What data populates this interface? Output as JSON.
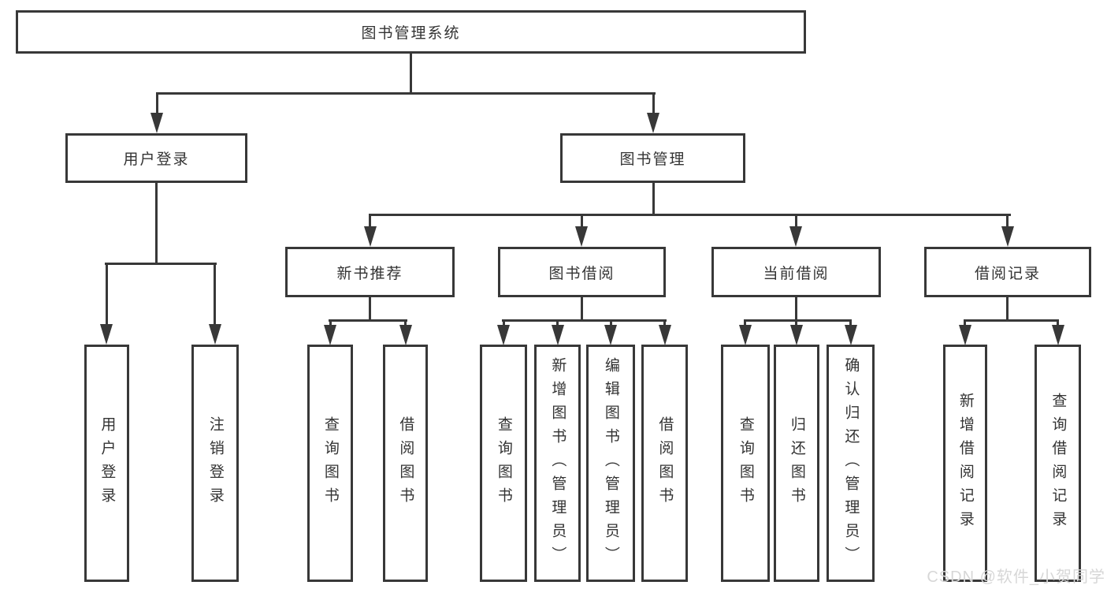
{
  "diagram_title": "图书管理系统",
  "nodes": {
    "root": "图书管理系统",
    "user_login": "用户登录",
    "book_mgmt": "图书管理",
    "new_book_rec": "新书推荐",
    "book_borrow": "图书借阅",
    "current_borrow": "当前借阅",
    "borrow_record": "借阅记录",
    "ul_login": "用户登录",
    "ul_logout": "注销登录",
    "nb_query_book": "查询图书",
    "nb_borrow_book": "借阅图书",
    "bb_query_book": "查询图书",
    "bb_add_book": "新增图书（管理员）",
    "bb_edit_book": "编辑图书（管理员）",
    "bb_borrow_book": "借阅图书",
    "cb_query_book": "查询图书",
    "cb_return_book": "归还图书",
    "cb_confirm_return": "确认归还（管理员）",
    "br_add_record": "新增借阅记录",
    "br_query_record": "查询借阅记录"
  },
  "hierarchy": {
    "图书管理系统": {
      "用户登录": [
        "用户登录",
        "注销登录"
      ],
      "图书管理": {
        "新书推荐": [
          "查询图书",
          "借阅图书"
        ],
        "图书借阅": [
          "查询图书",
          "新增图书（管理员）",
          "编辑图书（管理员）",
          "借阅图书"
        ],
        "当前借阅": [
          "查询图书",
          "归还图书",
          "确认归还（管理员）"
        ],
        "借阅记录": [
          "新增借阅记录",
          "查询借阅记录"
        ]
      }
    }
  },
  "watermark": "CSDN @软件_小贺同学",
  "colors": {
    "line": "#383838",
    "text": "#333333",
    "background": "#ffffff",
    "watermark": "#d7d7d7"
  }
}
